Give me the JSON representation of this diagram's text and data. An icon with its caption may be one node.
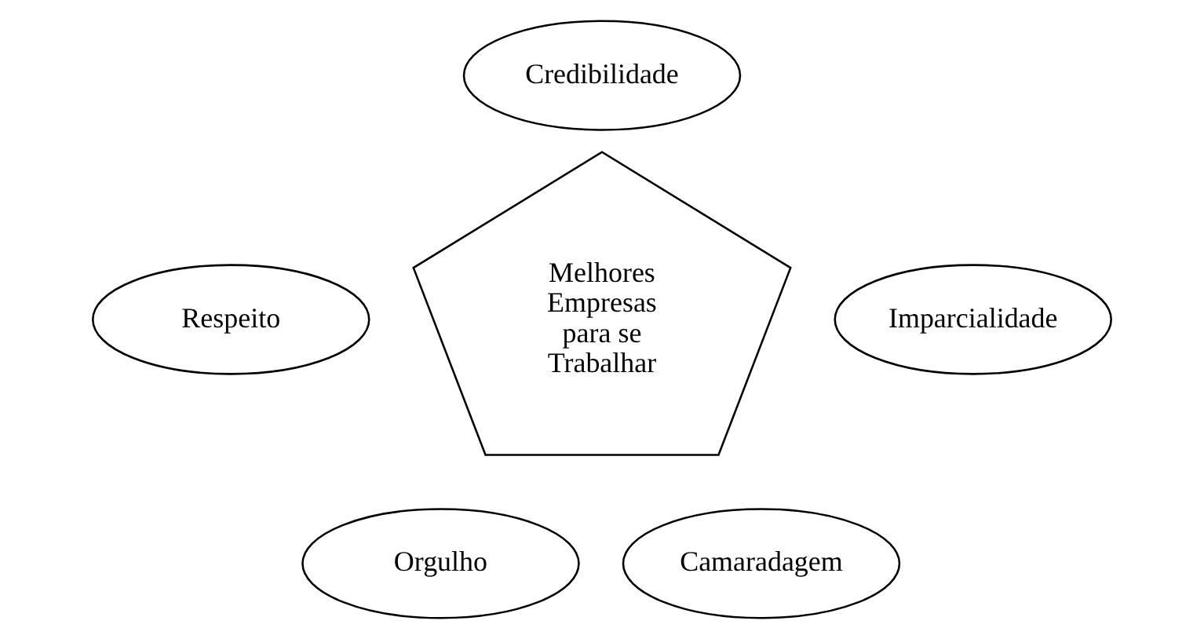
{
  "diagram": {
    "nodes": [
      {
        "text": [
          "Credibilidade"
        ]
      },
      {
        "text": [
          "Respeito"
        ]
      },
      {
        "text": [
          "Melhores Empresas para se Trabalhar"
        ]
      },
      {
        "text": [
          "Imparcialidade"
        ]
      },
      {
        "text": [
          "Orgulho"
        ]
      },
      {
        "text": [
          "Camaradagem"
        ]
      }
    ],
    "edges": []
  }
}
